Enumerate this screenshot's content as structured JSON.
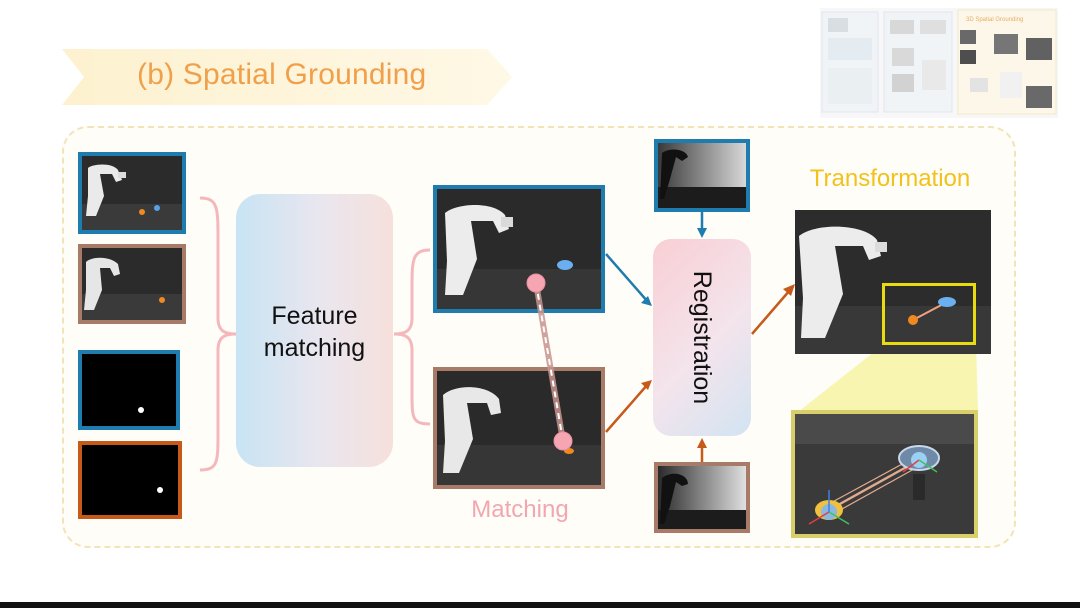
{
  "title": "(b) Spatial Grounding",
  "feature_matching_label": "Feature matching",
  "registration_label": "Registration",
  "matching_label": "Matching",
  "transformation_label": "Transformation",
  "preview_label": "3D Spatial Grounding",
  "colors": {
    "title": "#f0a04a",
    "banner": "#fdf3d6",
    "blue_frame": "#1f7cae",
    "brown_frame": "#a87a68",
    "orange_frame": "#c65a1a",
    "yellow_frame": "#e8dc10",
    "bracket": "#f4b8bc",
    "matching": "#f2a6b0",
    "transformation": "#f2c21c"
  }
}
